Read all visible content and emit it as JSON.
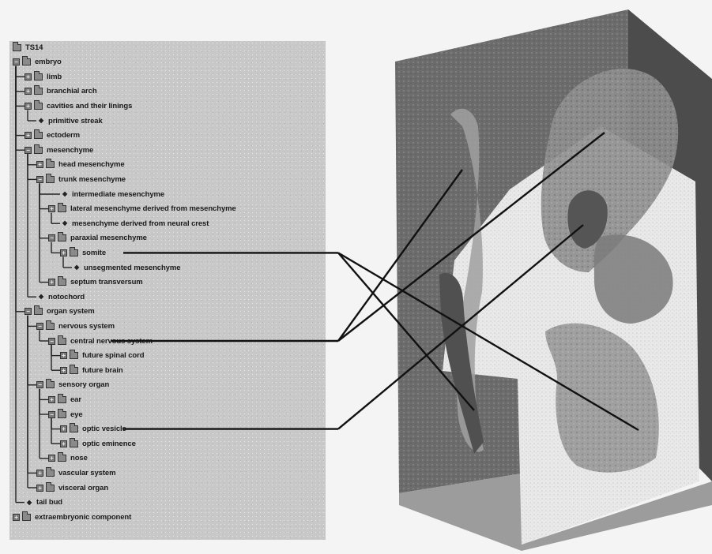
{
  "tree": {
    "nodes": [
      {
        "label": "TS14",
        "level": 0,
        "type": "root",
        "leader": false
      },
      {
        "label": "embryo",
        "level": 0,
        "type": "open",
        "leader": false
      },
      {
        "label": "limb",
        "level": 1,
        "type": "closed",
        "leader": false
      },
      {
        "label": "branchial arch",
        "level": 1,
        "type": "closed",
        "leader": false
      },
      {
        "label": "cavities and their linings",
        "level": 1,
        "type": "closed",
        "leader": false
      },
      {
        "label": "primitive streak",
        "level": 2,
        "type": "leaf",
        "leader": false
      },
      {
        "label": "ectoderm",
        "level": 1,
        "type": "closed",
        "leader": false
      },
      {
        "label": "mesenchyme",
        "level": 1,
        "type": "open",
        "leader": false
      },
      {
        "label": "head mesenchyme",
        "level": 2,
        "type": "closed",
        "leader": false
      },
      {
        "label": "trunk mesenchyme",
        "level": 2,
        "type": "open",
        "leader": false
      },
      {
        "label": "intermediate mesenchyme",
        "level": 4,
        "type": "leaf",
        "leader": false
      },
      {
        "label": "lateral mesenchyme derived from mesenchyme",
        "level": 3,
        "type": "closed",
        "leader": false
      },
      {
        "label": "mesenchyme derived from neural crest",
        "level": 4,
        "type": "leaf",
        "leader": false
      },
      {
        "label": "paraxial mesenchyme",
        "level": 3,
        "type": "open",
        "leader": false
      },
      {
        "label": "somite",
        "level": 4,
        "type": "closed",
        "leader": true
      },
      {
        "label": "unsegmented mesenchyme",
        "level": 5,
        "type": "leaf",
        "leader": false
      },
      {
        "label": "septum transversum",
        "level": 3,
        "type": "closed",
        "leader": false
      },
      {
        "label": "notochord",
        "level": 2,
        "type": "leaf",
        "leader": false
      },
      {
        "label": "organ system",
        "level": 1,
        "type": "open",
        "leader": false
      },
      {
        "label": "nervous system",
        "level": 2,
        "type": "open",
        "leader": false
      },
      {
        "label": "central nervous system",
        "level": 3,
        "type": "open",
        "leader": true
      },
      {
        "label": "future spinal cord",
        "level": 4,
        "type": "closed",
        "leader": false
      },
      {
        "label": "future brain",
        "level": 4,
        "type": "closed",
        "leader": false
      },
      {
        "label": "sensory organ",
        "level": 2,
        "type": "open",
        "leader": false
      },
      {
        "label": "ear",
        "level": 3,
        "type": "closed",
        "leader": false
      },
      {
        "label": "eye",
        "level": 3,
        "type": "open",
        "leader": false
      },
      {
        "label": "optic vesicle",
        "level": 4,
        "type": "closed",
        "leader": true
      },
      {
        "label": "optic eminence",
        "level": 4,
        "type": "closed",
        "leader": false
      },
      {
        "label": "nose",
        "level": 3,
        "type": "closed",
        "leader": false
      },
      {
        "label": "vascular system",
        "level": 2,
        "type": "closed",
        "leader": false
      },
      {
        "label": "visceral organ",
        "level": 2,
        "type": "closed",
        "leader": false
      },
      {
        "label": "tail bud",
        "level": 1,
        "type": "leaf",
        "leader": false
      },
      {
        "label": "extraembryonic component",
        "level": 0,
        "type": "closed",
        "leader": false
      }
    ]
  },
  "colors": {
    "panel": "#c8c8c8",
    "text": "#1a1a1a",
    "leader_line": "#111111",
    "block_front": "#6a6a6a",
    "block_side": "#4a4a4a",
    "section_face": "#e8e8e8",
    "tissue": "#8c8c8c"
  }
}
